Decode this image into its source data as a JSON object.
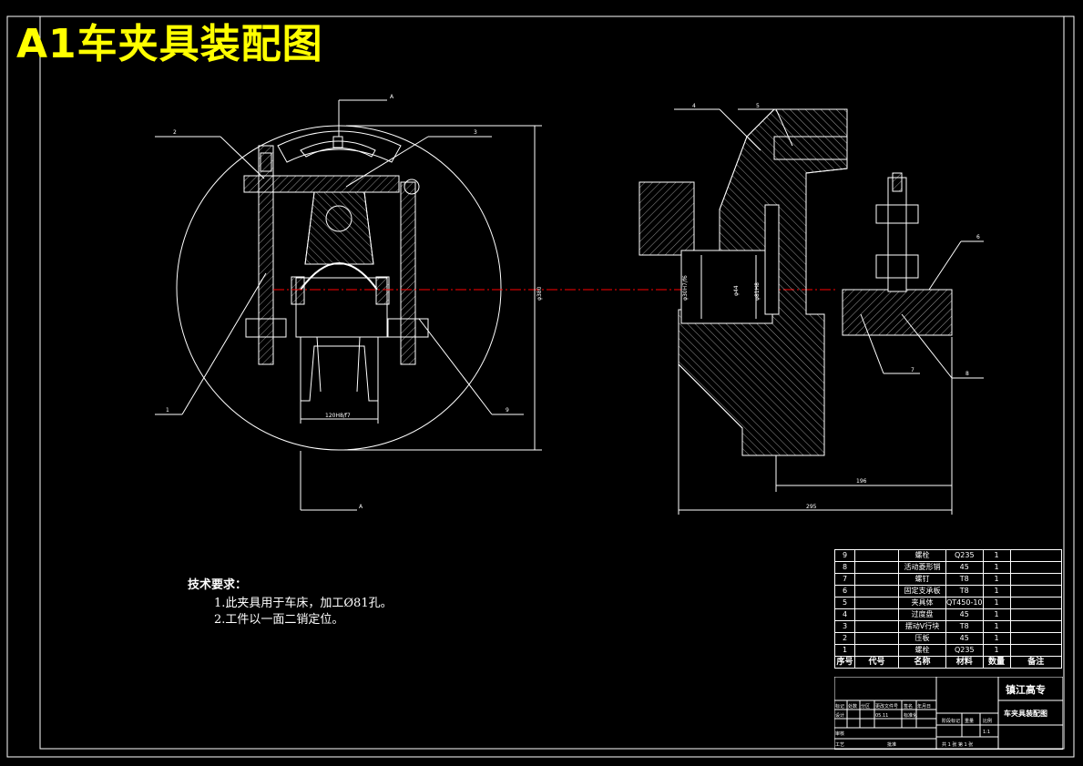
{
  "title": "A1车夹具装配图",
  "view_label": "A",
  "balloons": [
    "1",
    "2",
    "3",
    "4",
    "5",
    "6",
    "7",
    "8",
    "9"
  ],
  "dimensions": {
    "height": "φ380",
    "bottom_left": "120H8/f7",
    "vertical_1": "φ30H7/f6",
    "vertical_2": "φ44",
    "vertical_3": "φ81H8",
    "depth_1": "196",
    "depth_2": "295"
  },
  "tech_requirements": {
    "heading": "技术要求：",
    "items": [
      "1.此夹具用于车床，加工Ø81孔。",
      "2.工件以一面二销定位。"
    ]
  },
  "bom": {
    "rows": [
      {
        "no": "9",
        "code": "",
        "name": "螺栓",
        "material": "Q235",
        "qty": "1",
        "note": ""
      },
      {
        "no": "8",
        "code": "",
        "name": "活动菱形销",
        "material": "45",
        "qty": "1",
        "note": ""
      },
      {
        "no": "7",
        "code": "",
        "name": "螺钉",
        "material": "T8",
        "qty": "1",
        "note": ""
      },
      {
        "no": "6",
        "code": "",
        "name": "固定支承板",
        "material": "T8",
        "qty": "1",
        "note": ""
      },
      {
        "no": "5",
        "code": "",
        "name": "夹具体",
        "material": "QT450-10",
        "qty": "1",
        "note": ""
      },
      {
        "no": "4",
        "code": "",
        "name": "过度盘",
        "material": "45",
        "qty": "1",
        "note": ""
      },
      {
        "no": "3",
        "code": "",
        "name": "摆动V行块",
        "material": "T8",
        "qty": "1",
        "note": ""
      },
      {
        "no": "2",
        "code": "",
        "name": "压板",
        "material": "45",
        "qty": "1",
        "note": ""
      },
      {
        "no": "1",
        "code": "",
        "name": "螺栓",
        "material": "Q235",
        "qty": "1",
        "note": ""
      }
    ],
    "header": {
      "no": "序号",
      "code": "代号",
      "name": "名称",
      "material": "材料",
      "qty": "数量",
      "note": "备注"
    }
  },
  "title_block": {
    "school": "镇江高专",
    "drawing_name": "车夹具装配图",
    "scale": "1:1",
    "sheet": "共 1 张 第 1 张",
    "marks": [
      "标记",
      "处数",
      "分区",
      "更改文件号",
      "签名",
      "年月日"
    ],
    "roles": [
      "设计",
      "审核",
      "工艺",
      "批准"
    ],
    "stage": "阶段标记",
    "weight": "重量",
    "ratio": "比例",
    "date": "05.11",
    "standardize": "标准化"
  },
  "colors": {
    "line": "#ffffff",
    "title": "#ffff00",
    "center": "#ff0000",
    "hatch": "#ffffff",
    "border": "#ffffff"
  }
}
